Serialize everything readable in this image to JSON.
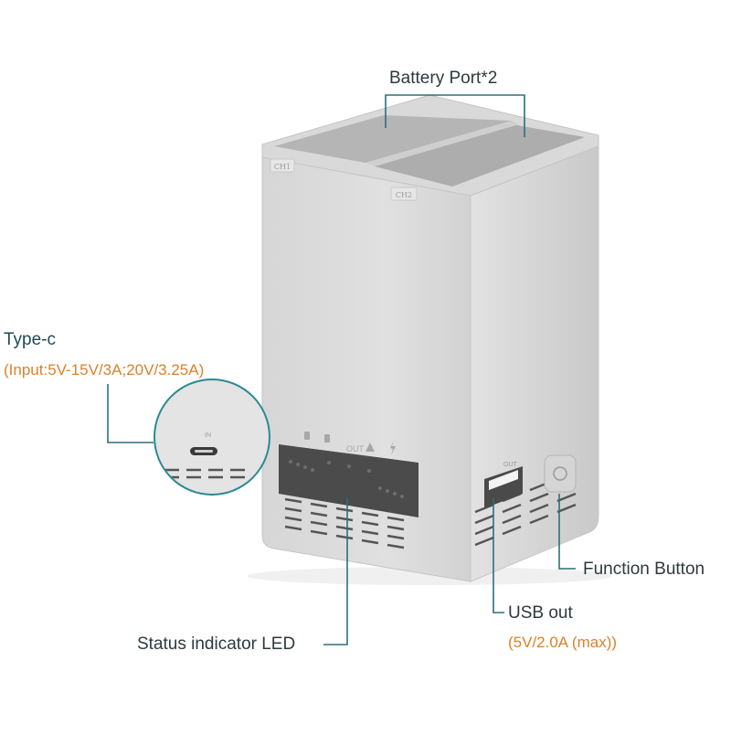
{
  "device": {
    "slot1_label": "CH1",
    "slot2_label": "CH2",
    "usb_port_label": "OUT",
    "typec_port_label": "IN",
    "led_icons": [
      "battery-icon",
      "battery-icon",
      "out-text-icon",
      "warning-icon",
      "lightning-icon"
    ],
    "led_out_label": "OUT"
  },
  "callouts": {
    "battery_port": "Battery Port*2",
    "typec_title": "Type-c",
    "typec_spec": "(Input:5V-15V/3A;20V/3.25A)",
    "status_led": "Status indicator LED",
    "usb_title": "USB out",
    "usb_spec": "(5V/2.0A (max))",
    "function_button": "Function Button"
  },
  "colors": {
    "leader_line": "#2f6f78",
    "callout_text": "#1f4a52",
    "spec_text": "#d9822b",
    "body_front": "#dcdcdc",
    "body_side": "#cfcfcf",
    "led_panel": "#4a4a4a",
    "accent_ring": "#2a8a93"
  }
}
